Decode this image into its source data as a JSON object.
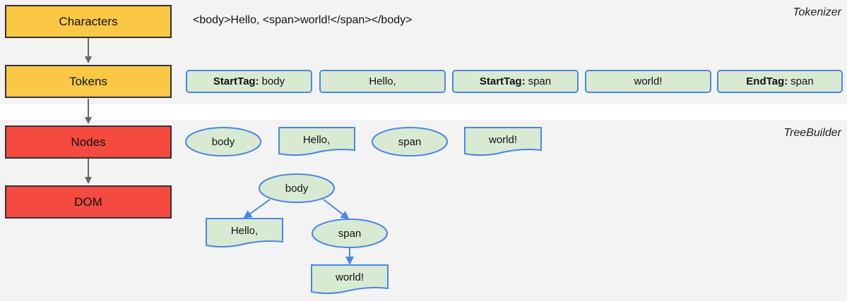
{
  "sections": {
    "tokenizer_label": "Tokenizer",
    "treebuilder_label": "TreeBuilder"
  },
  "stages": [
    {
      "label": "Characters",
      "color": "#fbc846"
    },
    {
      "label": "Tokens",
      "color": "#fbc846"
    },
    {
      "label": "Nodes",
      "color": "#f44a40"
    },
    {
      "label": "DOM",
      "color": "#f44a40"
    }
  ],
  "characters_text": "<body>Hello, <span>world!</span></body>",
  "tokens": [
    {
      "kind": "StartTag:",
      "value": "body"
    },
    {
      "kind": "",
      "value": "Hello,"
    },
    {
      "kind": "StartTag:",
      "value": "span"
    },
    {
      "kind": "",
      "value": "world!"
    },
    {
      "kind": "EndTag:",
      "value": "span"
    }
  ],
  "nodes": [
    {
      "type": "element",
      "label": "body"
    },
    {
      "type": "text",
      "label": "Hello,"
    },
    {
      "type": "element",
      "label": "span"
    },
    {
      "type": "text",
      "label": "world!"
    }
  ],
  "dom_tree": {
    "root": "body",
    "root_children": [
      "Hello,",
      "span"
    ],
    "span_children": [
      "world!"
    ]
  },
  "colors": {
    "node_fill": "#d9ead3",
    "node_stroke": "#4a86e8",
    "tokenizer_stage": "#fbc846",
    "treebuilder_stage": "#f44a40"
  }
}
